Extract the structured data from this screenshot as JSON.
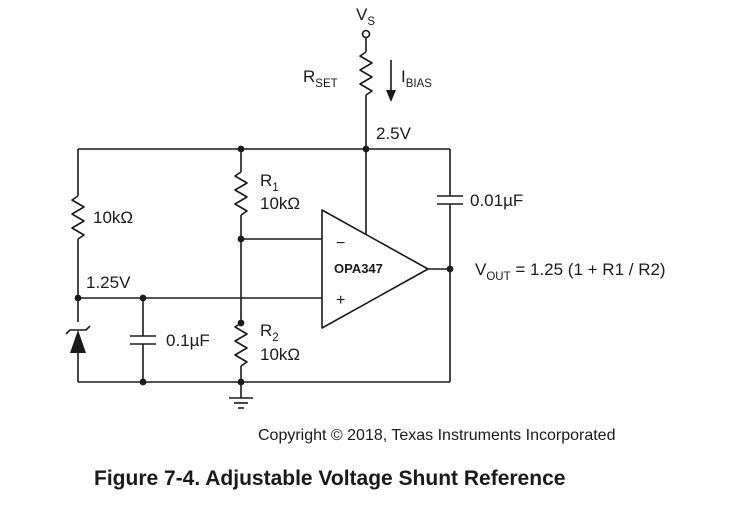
{
  "supply": {
    "label": "V",
    "sub": "S"
  },
  "rset": {
    "label": "R",
    "sub": "SET"
  },
  "ibias": {
    "label": "I",
    "sub": "BIAS"
  },
  "node_top": {
    "voltage": "2.5V"
  },
  "node_mid": {
    "voltage": "1.25V"
  },
  "resistor_left": {
    "value": "10kΩ"
  },
  "r1": {
    "label": "R",
    "sub": "1",
    "value": "10kΩ"
  },
  "r2": {
    "label": "R",
    "sub": "2",
    "value": "10kΩ"
  },
  "cap_feedback": {
    "value": "0.01µF"
  },
  "cap_bypass": {
    "value": "0.1µF"
  },
  "opamp": {
    "name": "OPA347",
    "minus": "−",
    "plus": "+"
  },
  "output": {
    "label": "V",
    "sub": "OUT",
    "equation": " = 1.25 (1 + R1 / R2)"
  },
  "copyright": "Copyright © 2018, Texas Instruments Incorporated",
  "caption": "Figure 7-4. Adjustable Voltage Shunt Reference"
}
